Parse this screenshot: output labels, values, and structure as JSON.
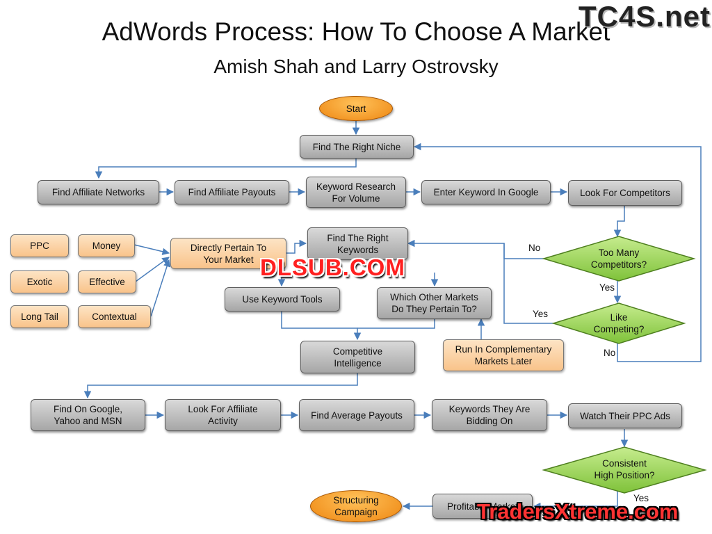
{
  "title": "AdWords Process: How To Choose A Market",
  "subtitle": "Amish Shah and Larry Ostrovsky",
  "watermarks": {
    "top_right": "TC4S.net",
    "center": "DLSUB.COM",
    "bottom_right": "TradersXtreme.com"
  },
  "colors": {
    "process_box": "#bfbfbf",
    "input_box": "#fbd4a8",
    "terminal": "#f59a23",
    "decision": "#92d050",
    "connector": "#4a7ebb"
  },
  "nodes": {
    "start": "Start",
    "find_right_niche": "Find The Right Niche",
    "find_affiliate_networks": "Find Affiliate Networks",
    "find_affiliate_payouts": "Find Affiliate Payouts",
    "keyword_research": "Keyword Research\nFor Volume",
    "enter_keyword_google": "Enter Keyword In Google",
    "look_for_competitors": "Look For Competitors",
    "ppc": "PPC",
    "money": "Money",
    "exotic": "Exotic",
    "effective": "Effective",
    "long_tail": "Long Tail",
    "contextual": "Contextual",
    "directly_pertain": "Directly Pertain To\nYour Market",
    "find_right_keywords": "Find The Right\nKeywords",
    "use_keyword_tools": "Use Keyword Tools",
    "which_other_markets": "Which Other Markets\nDo They Pertain To?",
    "run_complementary": "Run In Complementary\nMarkets Later",
    "competitive_intelligence": "Competitive\nIntelligence",
    "find_on_google": "Find On Google,\nYahoo  and MSN",
    "look_affiliate_activity": "Look For Affiliate\nActivity",
    "find_average_payouts": "Find Average Payouts",
    "keywords_bidding": "Keywords They Are\nBidding On",
    "watch_ppc_ads": "Watch Their PPC Ads",
    "profitable_market": "Profitable Market",
    "structuring_campaign": "Structuring\nCampaign"
  },
  "decisions": {
    "too_many_competitors": "Too Many\nCompetitors?",
    "like_competing": "Like\nCompeting?",
    "consistent_high_position": "Consistent\nHigh Position?"
  },
  "edge_labels": {
    "no_1": "No",
    "yes_1": "Yes",
    "yes_2": "Yes",
    "no_2": "No",
    "yes_3": "Yes"
  }
}
